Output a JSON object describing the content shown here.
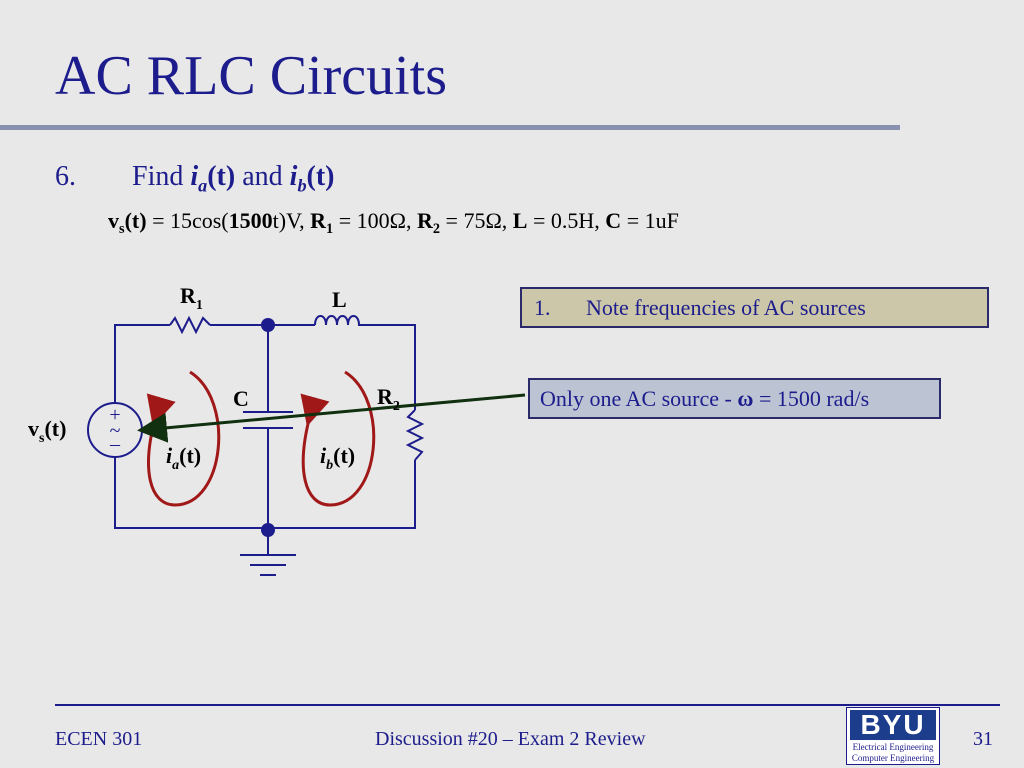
{
  "slide": {
    "title": "AC RLC Circuits",
    "problem_number": "6.",
    "problem_find": "Find",
    "problem_and": "and",
    "given": {
      "vs_value": "15cos(",
      "vs_freq": "1500",
      "vs_tail": "t)V,",
      "r1_value": "100Ω,",
      "r2_value": "75Ω,",
      "l_value": "0.5H,",
      "c_value": "1uF"
    },
    "notes": [
      {
        "number": "1.",
        "text": "Note frequencies of AC sources"
      },
      {
        "prefix": "Only one AC source - ",
        "omega": "ω",
        "value": "= 1500 rad/s"
      }
    ]
  },
  "circuit_labels": {
    "r1": "R",
    "r1_sub": "1",
    "l": "L",
    "c": "C",
    "r2": "R",
    "r2_sub": "2",
    "vs": "v",
    "vs_sub": "s",
    "vs_arg": "(t)",
    "ia": "i",
    "ia_sub": "a",
    "ib": "i",
    "ib_sub": "b",
    "t_arg": "(t)",
    "plus": "+",
    "tilde": "~",
    "minus": "–"
  },
  "footer": {
    "course": "ECEN 301",
    "center": "Discussion #20 – Exam 2 Review",
    "page": "31",
    "logo_text": "BYU",
    "logo_line1": "Electrical Engineering",
    "logo_line2": "Computer Engineering"
  },
  "colors": {
    "title": "#1c1c8c",
    "wire": "#1c1c8c",
    "loop": "#a01818",
    "pointer": "#103010"
  }
}
